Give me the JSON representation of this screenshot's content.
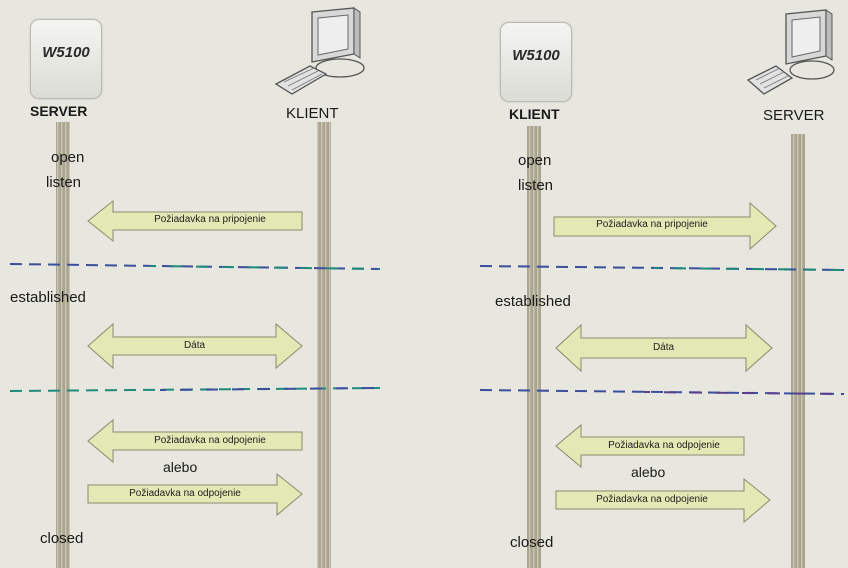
{
  "panels": [
    {
      "chip_label": "W5100",
      "chip_role": "SERVER",
      "peer_role": "KLIENT",
      "states": {
        "open": "open",
        "listen": "listen",
        "established": "established",
        "closed": "closed"
      },
      "arrows": {
        "connect": "Požiadavka na pripojenie",
        "data": "Dáta",
        "disconnect_1": "Požiadavka na odpojenie",
        "disconnect_2": "Požiadavka na odpojenie"
      },
      "or_label": "alebo"
    },
    {
      "chip_label": "W5100",
      "chip_role": "KLIENT",
      "peer_role": "SERVER",
      "states": {
        "open": "open",
        "listen": "listen",
        "established": "established",
        "closed": "closed"
      },
      "arrows": {
        "connect": "Požiadavka na pripojenie",
        "data": "Dáta",
        "disconnect_1": "Požiadavka na odpojenie",
        "disconnect_2": "Požiadavka na odpojenie"
      },
      "or_label": "alebo"
    }
  ],
  "icons": [
    "computer-icon",
    "computer-icon"
  ],
  "colors": {
    "arrow_fill": "#e3e8b4",
    "arrow_stroke": "#8a8a6e",
    "lifeline": "#a6a28d",
    "divider_blue": "#3a4f9e",
    "divider_green": "#1f8a7a"
  }
}
